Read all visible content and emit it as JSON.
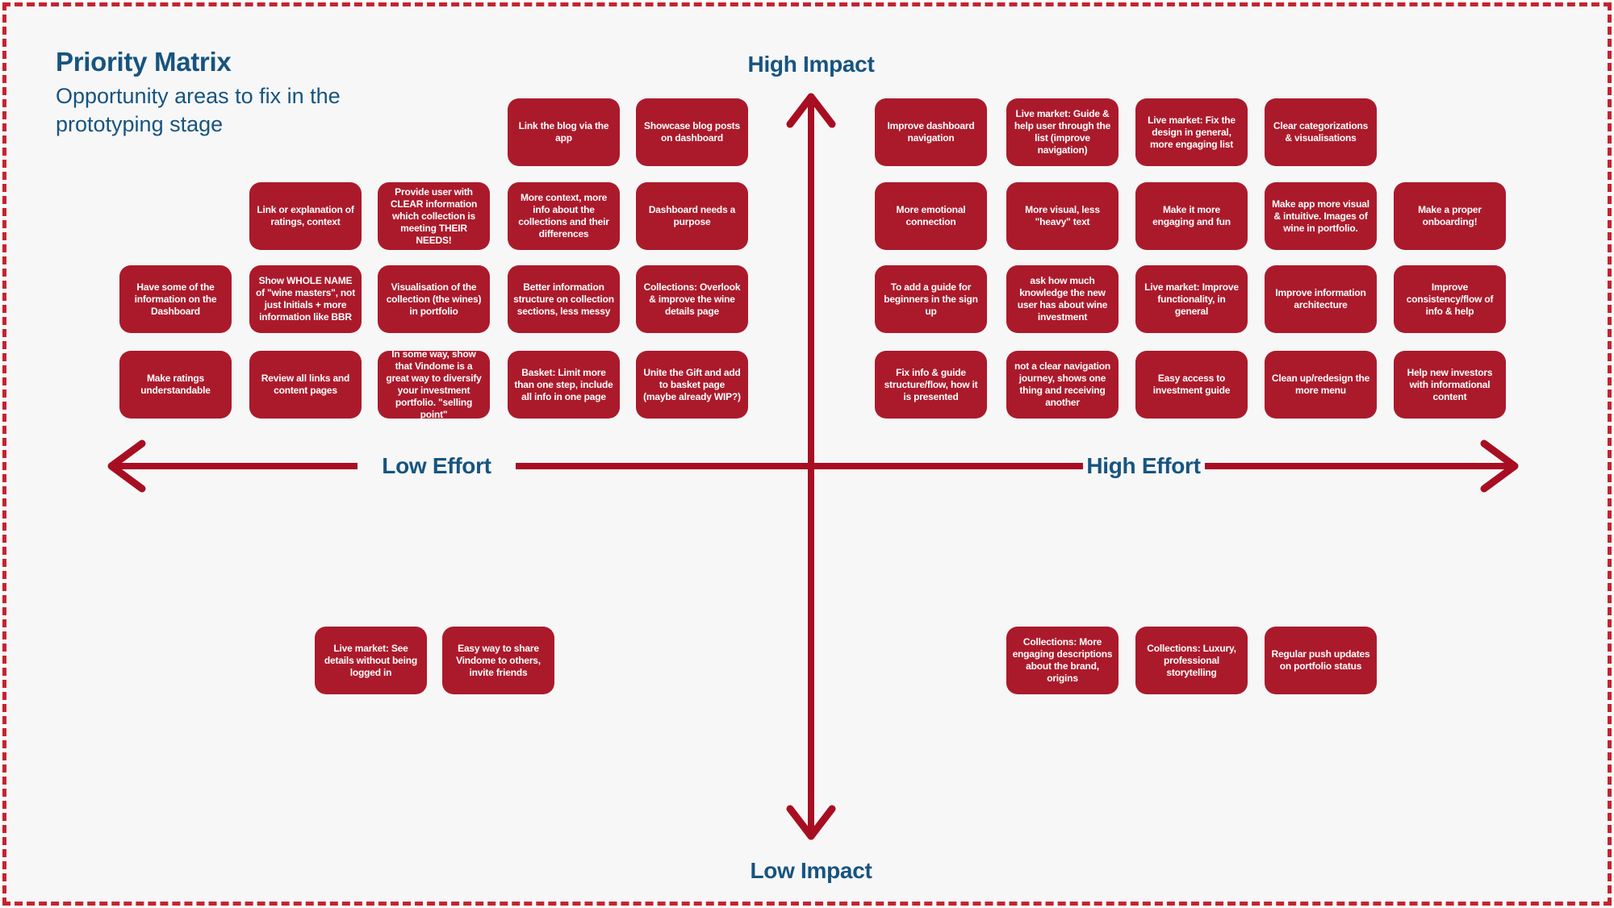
{
  "header": {
    "title": "Priority Matrix",
    "subtitle": "Opportunity areas to fix in the prototyping stage"
  },
  "axes": {
    "top_label": "High Impact",
    "bottom_label": "Low Impact",
    "left_label": "Low Effort",
    "right_label": "High Effort"
  },
  "colors": {
    "card_red": "#AB1A2B",
    "axis_red": "#A80E22",
    "label_blue": "#17547F",
    "border_red": "#C32430",
    "background": "#F7F7F8",
    "card_text": "#FFFFFF"
  },
  "quadrants": {
    "high_impact_low_effort": {
      "rows": [
        [
          null,
          null,
          null,
          "Link the blog via the app",
          "Showcase blog posts on dashboard"
        ],
        [
          null,
          "Link or explanation of ratings, context",
          "Provide user with CLEAR information which collection is meeting THEIR NEEDS!",
          "More context, more info about the collections and their differences",
          "Dashboard needs a purpose"
        ],
        [
          "Have some of the information on the Dashboard",
          "Show WHOLE NAME of \"wine masters\", not just Initials + more information like BBR",
          "Visualisation of the collection (the wines) in portfolio",
          "Better information structure on collection sections, less messy",
          "Collections: Overlook & improve the wine details page"
        ],
        [
          "Make ratings understandable",
          "Review all links and content pages",
          "In some way, show that Vindome is a great way to diversify your investment portfolio. \"selling point\"",
          "Basket: Limit more than one step, include all info in one page",
          "Unite the Gift and add to basket page (maybe already WIP?)"
        ]
      ]
    },
    "high_impact_high_effort": {
      "rows": [
        [
          "Improve dashboard navigation",
          "Live market: Guide & help user through the list (improve navigation)",
          "Live market: Fix the design in general, more engaging list",
          "Clear categorizations & visualisations",
          null
        ],
        [
          "More emotional connection",
          "More visual, less \"heavy\" text",
          "Make it more engaging and fun",
          "Make app more visual & intuitive. Images of wine in portfolio.",
          "Make a proper onboarding!"
        ],
        [
          "To add a guide for beginners in the sign up",
          "ask how much knowledge the new user has about wine investment",
          "Live market: Improve functionality, in general",
          "Improve information architecture",
          "Improve consistency/flow of info & help"
        ],
        [
          "Fix info & guide structure/flow, how it is presented",
          "not a clear navigation journey, shows one thing and receiving another",
          "Easy access to investment guide",
          "Clean up/redesign the more menu",
          "Help new investors with informational content"
        ]
      ]
    },
    "low_impact_low_effort": {
      "items": [
        "Live market: See details without being logged in",
        "Easy way to share Vindome to others, invite friends"
      ]
    },
    "low_impact_high_effort": {
      "items": [
        "Collections: More engaging descriptions about the brand, origins",
        "Collections: Luxury, professional storytelling",
        "Regular push updates on portfolio status"
      ]
    }
  }
}
